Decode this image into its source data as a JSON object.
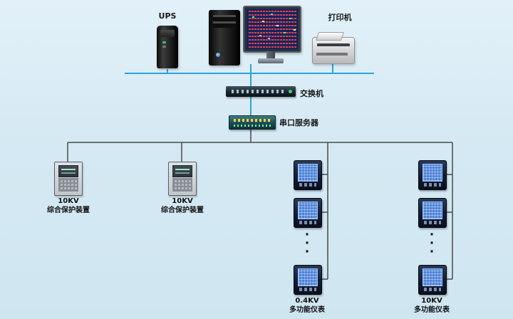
{
  "colors": {
    "background": "#d7eaf4",
    "network_line": "#2aa4dc",
    "bus_line": "#4a4a4a"
  },
  "devices": {
    "ups": {
      "label": "UPS"
    },
    "printer": {
      "label": "打印机"
    },
    "switch": {
      "label": "交换机"
    },
    "serial_server": {
      "label": "串口服务器"
    },
    "protection": [
      {
        "voltage": "10KV",
        "name": "综合保护装置"
      },
      {
        "voltage": "10KV",
        "name": "综合保护装置"
      }
    ],
    "meter_columns": [
      {
        "voltage": "0.4KV",
        "name": "多功能仪表"
      },
      {
        "voltage": "10KV",
        "name": "多功能仪表"
      }
    ]
  },
  "misc": {
    "dot": "·"
  }
}
